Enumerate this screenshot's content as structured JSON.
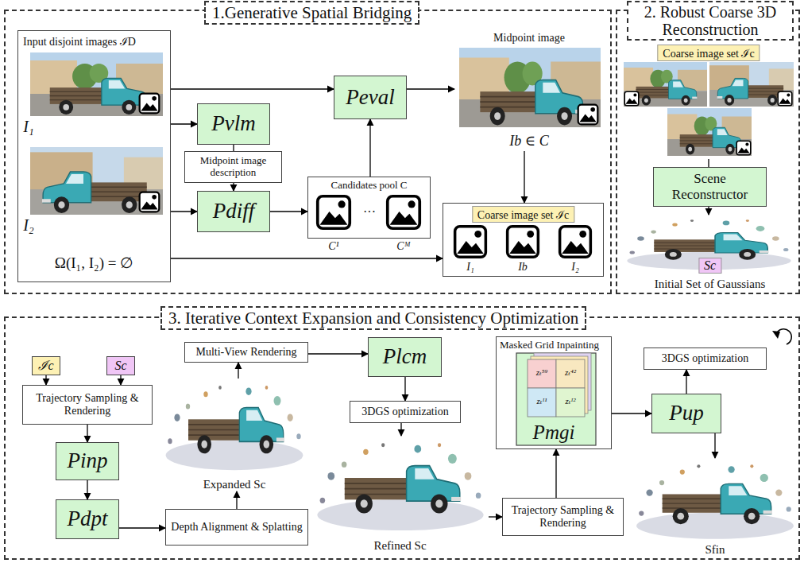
{
  "diagram": {
    "nodes": [
      {
        "text": [
          "1.Generative Spatial Bridging"
        ]
      },
      {
        "text": [
          "Input disjoint images ℐD",
          "Ω(I₁, I₂) = ∅"
        ],
        "in": 0
      },
      {
        "text": [
          "Pvlm"
        ],
        "in": 0
      },
      {
        "text": [
          "Midpoint image description"
        ],
        "in": 0
      },
      {
        "text": [
          "Pdiff"
        ],
        "in": 0
      },
      {
        "text": [
          "Candidates pool C"
        ],
        "in": 0
      },
      {
        "text": [
          "Peval"
        ],
        "in": 0
      },
      {
        "text": [
          "Midpoint image",
          "Ib ∈ C"
        ],
        "in": 0
      },
      {
        "text": [
          "Coarse image set ℐc"
        ],
        "in": 0
      },
      {
        "text": [
          "2. Robust Coarse 3D Reconstruction"
        ]
      },
      {
        "text": [
          "Coarse image set ℐc"
        ],
        "in": 9
      },
      {
        "text": [
          "Scene Reconstructor"
        ],
        "in": 9
      },
      {
        "text": [
          "Sc",
          "Initial Set of Gaussians"
        ],
        "in": 9
      },
      {
        "text": [
          "3. Iterative Context Expansion and Consistency Optimization"
        ]
      },
      {
        "text": [
          "ℐc"
        ],
        "in": 13
      },
      {
        "text": [
          "Sc"
        ],
        "in": 13
      },
      {
        "text": [
          "Trajectory Sampling & Rendering"
        ],
        "in": 13
      },
      {
        "text": [
          "Pinp"
        ],
        "in": 13
      },
      {
        "text": [
          "Pdpt"
        ],
        "in": 13
      },
      {
        "text": [
          "Depth Alignment & Splatting"
        ],
        "in": 13
      },
      {
        "text": [
          "Expanded Sc"
        ],
        "in": 13
      },
      {
        "text": [
          "Multi-View Rendering"
        ],
        "in": 13
      },
      {
        "text": [
          "Plcm"
        ],
        "in": 13
      },
      {
        "text": [
          "3DGS optimization"
        ],
        "in": 13
      },
      {
        "text": [
          "Refined Sc"
        ],
        "in": 13
      },
      {
        "text": [
          "Trajectory Sampling & Rendering"
        ],
        "in": 13
      },
      {
        "text": [
          "Masked Grid Inpainting",
          "Pmgi"
        ],
        "in": 13
      },
      {
        "text": [
          "Pup"
        ],
        "in": 13
      },
      {
        "text": [
          "3DGS optimization"
        ],
        "in": 13
      },
      {
        "text": [
          "Sfin"
        ],
        "in": 13
      }
    ],
    "edges": [
      {
        "from": 1,
        "to": 2,
        "arrow": "to"
      },
      {
        "from": 1,
        "to": 4,
        "arrow": "to"
      },
      {
        "from": 1,
        "to": 6,
        "arrow": "to"
      },
      {
        "from": 1,
        "to": 8,
        "arrow": "to"
      },
      {
        "from": 2,
        "to": 3,
        "arrow": "none"
      },
      {
        "from": 3,
        "to": 4,
        "arrow": "to"
      },
      {
        "from": 4,
        "to": 5,
        "arrow": "to"
      },
      {
        "from": 5,
        "to": 6,
        "arrow": "to"
      },
      {
        "from": 6,
        "to": 7,
        "arrow": "to"
      },
      {
        "from": 7,
        "to": 8,
        "arrow": "to"
      },
      {
        "from": 10,
        "to": 11,
        "arrow": "none"
      },
      {
        "from": 11,
        "to": 12,
        "arrow": "to"
      },
      {
        "from": 14,
        "to": 16,
        "arrow": "to"
      },
      {
        "from": 15,
        "to": 16,
        "arrow": "to"
      },
      {
        "from": 16,
        "to": 17,
        "arrow": "to"
      },
      {
        "from": 17,
        "to": 18,
        "arrow": "to"
      },
      {
        "from": 18,
        "to": 19,
        "arrow": "to"
      },
      {
        "from": 19,
        "to": 20,
        "arrow": "to"
      },
      {
        "from": 20,
        "to": 21,
        "arrow": "to"
      },
      {
        "from": 21,
        "to": 22,
        "arrow": "to"
      },
      {
        "from": 22,
        "to": 23,
        "arrow": "to"
      },
      {
        "from": 23,
        "to": 24,
        "arrow": "to"
      },
      {
        "from": 24,
        "to": 25,
        "arrow": "to"
      },
      {
        "from": 25,
        "to": 26,
        "arrow": "to"
      },
      {
        "from": 26,
        "to": 27,
        "arrow": "to"
      },
      {
        "from": 27,
        "to": 28,
        "arrow": "to"
      },
      {
        "from": 27,
        "to": 29,
        "arrow": "to"
      }
    ],
    "labels": [
      "I₁",
      "I₂",
      "C¹",
      "···",
      "Cᴹ",
      "I₁",
      "Ib",
      "I₂",
      "zₜ⁵⁹",
      "zₜ⁴²",
      "zₜᴵ¹",
      "zₜᴵ²"
    ]
  }
}
